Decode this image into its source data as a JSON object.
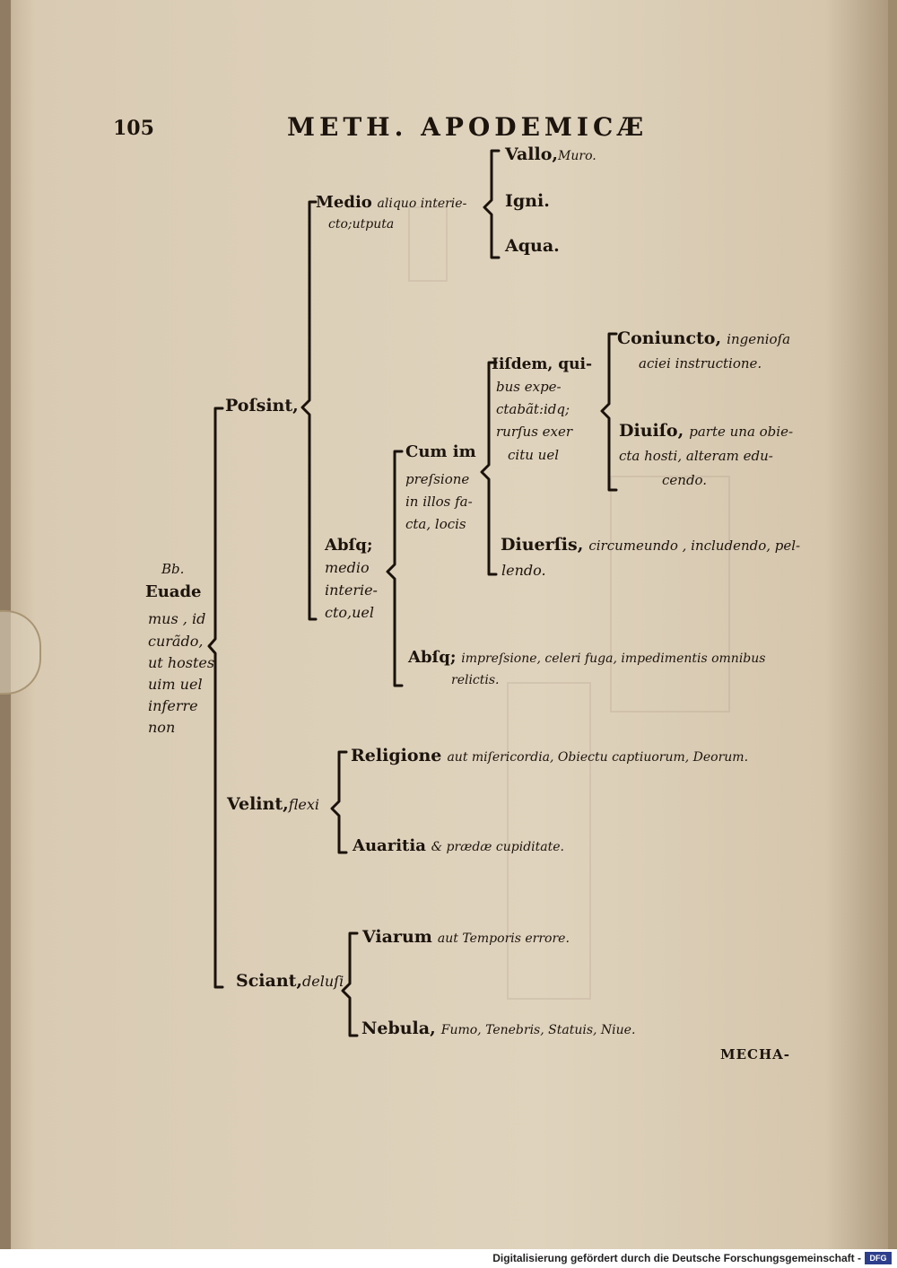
{
  "header": {
    "page_number": "105",
    "running_title": "METH. APODEMICÆ"
  },
  "root": {
    "label": "Bb.",
    "lines": [
      "Euade",
      "mus , id",
      "curãdo,",
      "ut hostes",
      "uim uel",
      "inferre",
      "non"
    ]
  },
  "possint": {
    "label": "Poſsint,",
    "medio": {
      "lead": "Medio",
      "rest": "aliquo interie-",
      "line2": "cto;utputa",
      "items": [
        {
          "main": "Vallo,",
          "sub": "Muro."
        },
        {
          "main": "Igni.",
          "sub": ""
        },
        {
          "main": "Aqua.",
          "sub": ""
        }
      ]
    },
    "absq": {
      "lines": [
        "Abſq;",
        "medio",
        "interie-",
        "cto,uel"
      ],
      "cum": {
        "lines": [
          "Cum im",
          "preſsione",
          "in illos fa-",
          "cta, locis"
        ],
        "iisdem": {
          "lines": [
            "Iiſdem, qui-",
            "bus expe-",
            "ctabãt:idq;",
            "rurſus exer",
            "citu uel"
          ],
          "coniuncto": {
            "main": "Coniuncto,",
            "rest": "ingenioſa",
            "line2": "aciei instructione."
          },
          "diuiso": {
            "main": "Diuiſo,",
            "rest": "parte una obie-",
            "line2": "cta hosti, alteram edu-",
            "line3": "cendo."
          }
        },
        "diuersis": {
          "main": "Diuerſis,",
          "rest": "circumeundo , includendo, pel-",
          "line2": "lendo."
        }
      },
      "sine": {
        "main": "Abſq;",
        "rest": "impreſsione, celeri fuga, impedimentis omnibus",
        "line2": "relictis."
      }
    }
  },
  "velint": {
    "main": "Velint,",
    "rest": "flexi",
    "items": [
      {
        "main": "Religione",
        "rest": "aut miſericordia, Obiectu captiuorum, Deorum."
      },
      {
        "main": "Auaritia",
        "rest": "& prædæ cupiditate."
      }
    ]
  },
  "sciant": {
    "main": "Sciant,",
    "rest": "deluſi",
    "items": [
      {
        "main": "Viarum",
        "rest": "aut Temporis errore."
      },
      {
        "main": "Nebula,",
        "rest": "Fumo, Tenebris, Statuis, Niue."
      }
    ]
  },
  "catchword": "MECHA-",
  "footer": {
    "credit": "Digitalisierung gefördert durch die Deutsche Forschungsgemeinschaft -",
    "logo": "DFG"
  }
}
